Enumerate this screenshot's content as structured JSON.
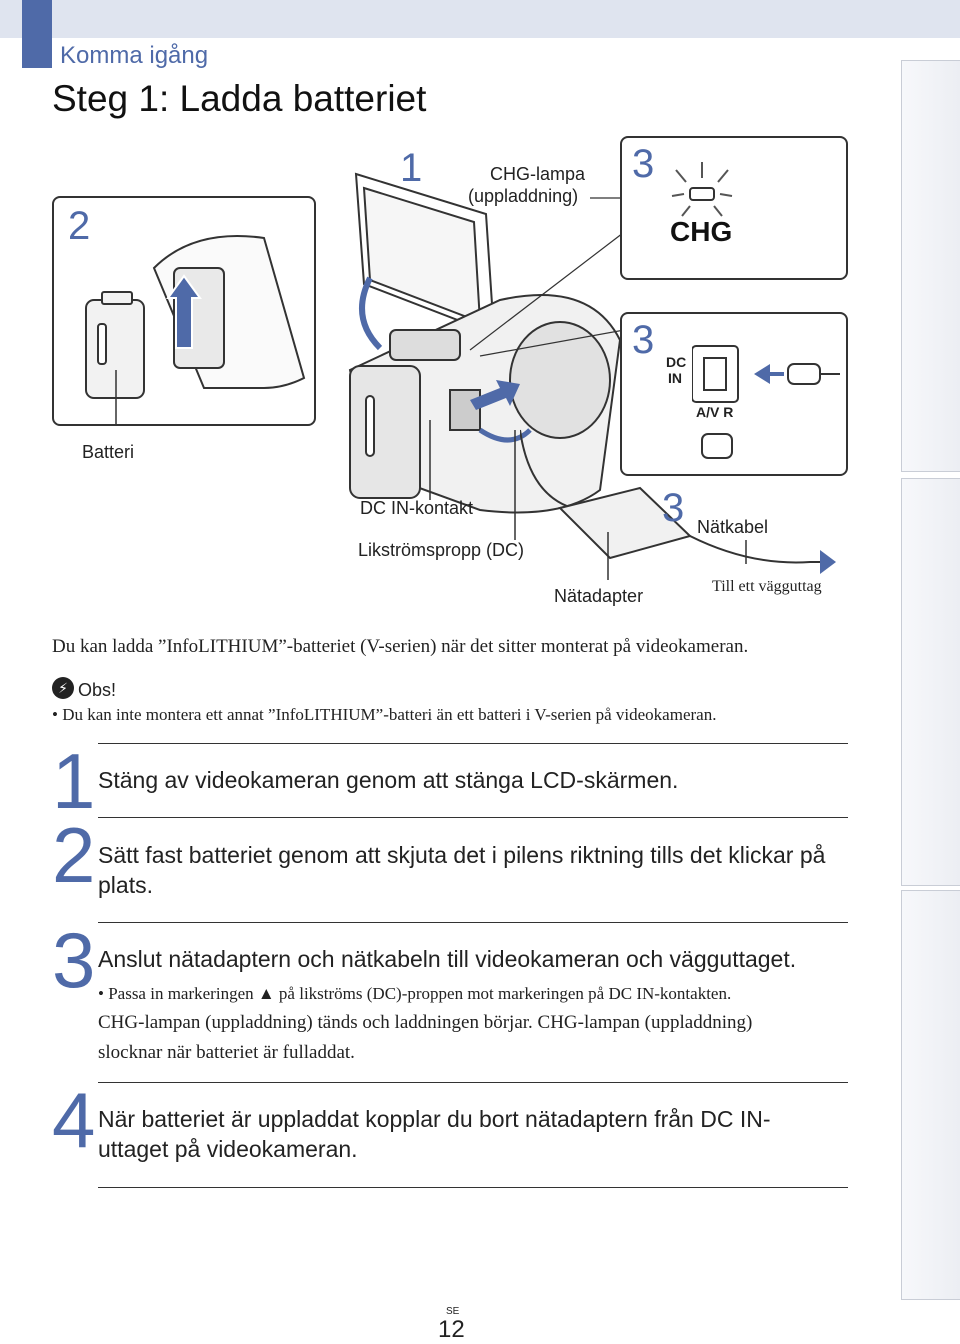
{
  "header": {
    "section": "Komma igång",
    "title": "Steg 1: Ladda batteriet"
  },
  "figure": {
    "num_2": "2",
    "num_1": "1",
    "num_3a": "3",
    "num_3b": "3",
    "num_3c": "3",
    "label_battery": "Batteri",
    "label_chg_line1": "CHG-lampa",
    "label_chg_line2": "(uppladdning)",
    "chg_text": "CHG",
    "dc_in_text_line1": "DC",
    "dc_in_text_line2": "IN",
    "av_r_text": "A/V R",
    "label_dc_in": "DC IN-kontakt",
    "label_dc_plug": "Likströmspropp (DC)",
    "label_adapter": "Nätadapter",
    "label_cable": "Nätkabel",
    "label_outlet": "Till ett vägguttag"
  },
  "intro": "Du kan ladda ”InfoLITHIUM”-batteriet (V-serien) när det sitter monterat på videokameran.",
  "notice": {
    "title": "Obs!",
    "bullet": "Du kan inte montera ett annat ”InfoLITHIUM”-batteri än ett batteri i V-serien på videokameran."
  },
  "steps": [
    {
      "num": "1",
      "text": "Stäng av videokameran genom att stänga LCD-skärmen."
    },
    {
      "num": "2",
      "text_line1": "Sätt fast batteriet genom att skjuta det i pilens riktning tills det klickar på",
      "text_line2": "plats."
    },
    {
      "num": "3",
      "text": "Anslut nätadaptern och nätkabeln till videokameran och vägguttaget.",
      "bullet": "Passa in markeringen ▲ på likströms (DC)-proppen mot markeringen på DC IN-kontakten.",
      "para_line1": "CHG-lampan (uppladdning) tänds och laddningen börjar. CHG-lampan (uppladdning)",
      "para_line2": "slocknar när batteriet är fulladdat."
    },
    {
      "num": "4",
      "text_line1": "När batteriet är uppladdat kopplar du bort nätadaptern från DC IN-",
      "text_line2": "uttaget på videokameran."
    }
  ],
  "footer": {
    "lang": "SE",
    "page": "12"
  }
}
